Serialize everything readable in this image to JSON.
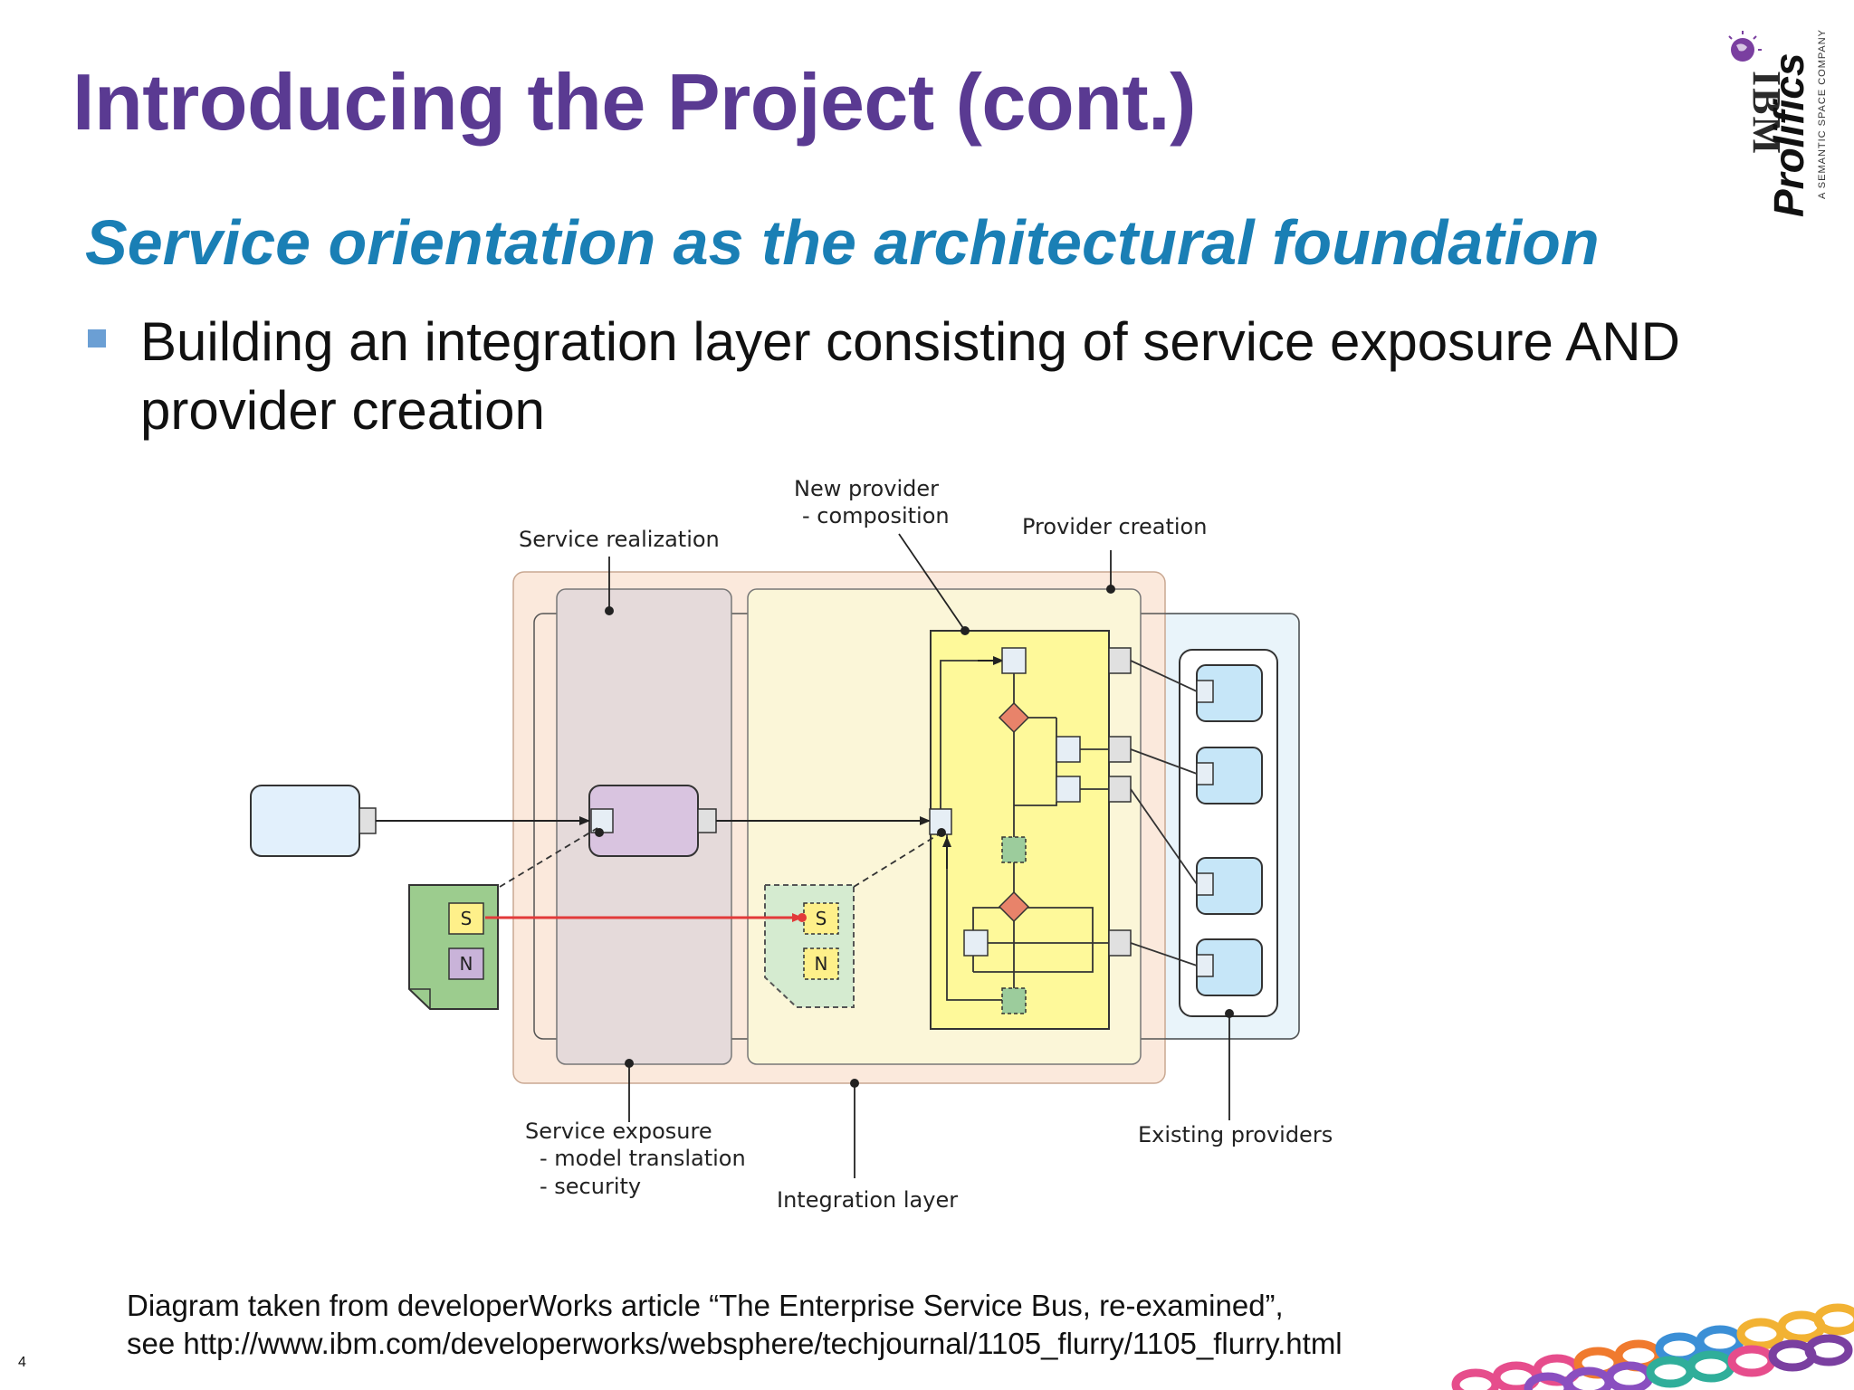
{
  "slide": {
    "title": "Introducing the Project (cont.)",
    "subtitle": "Service orientation as the architectural foundation",
    "bullet": "Building an integration layer consisting of service exposure AND provider creation",
    "caption_line1": "Diagram taken from developerWorks article “The Enterprise Service Bus, re-examined”,",
    "caption_line2": "see http://www.ibm.com/developerworks/websphere/techjournal/1105_flurry/1105_flurry.html",
    "page_number": "4"
  },
  "logos": {
    "ibm": "IBM",
    "prolifics": "Prolifics",
    "tagline": "A SEMANTIC SPACE COMPANY"
  },
  "diagram": {
    "labels": {
      "new_provider": "New provider",
      "composition": "- composition",
      "service_realization": "Service realization",
      "provider_creation": "Provider creation",
      "service_exposure": "Service exposure",
      "model_translation": "- model translation",
      "security": "- security",
      "integration_layer": "Integration layer",
      "existing_providers": "Existing providers"
    },
    "markers": {
      "s": "S",
      "n": "N"
    }
  },
  "colors": {
    "title": "#5a3a92",
    "subtitle": "#1a7fb5",
    "bullet": "#6b9fd4"
  }
}
